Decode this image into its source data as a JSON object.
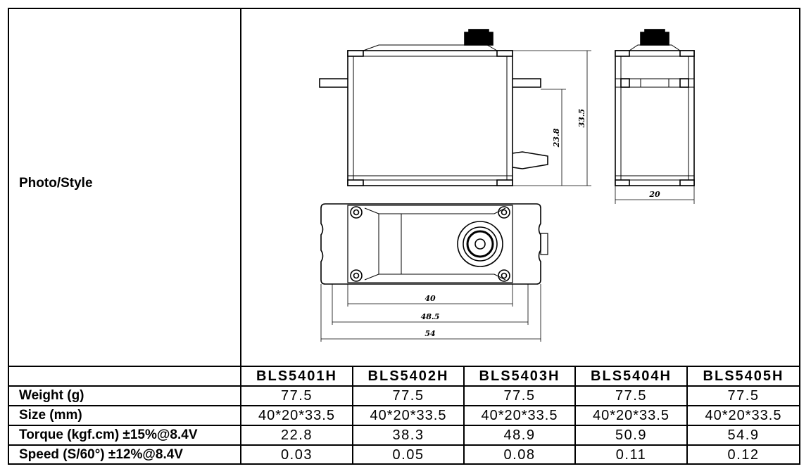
{
  "photo_label": "Photo/Style",
  "models": [
    "BLS5401H",
    "BLS5402H",
    "BLS5403H",
    "BLS5404H",
    "BLS5405H"
  ],
  "rows": [
    {
      "label": "Weight (g)",
      "values": [
        "77.5",
        "77.5",
        "77.5",
        "77.5",
        "77.5"
      ]
    },
    {
      "label": "Size (mm)",
      "values": [
        "40*20*33.5",
        "40*20*33.5",
        "40*20*33.5",
        "40*20*33.5",
        "40*20*33.5"
      ]
    },
    {
      "label": "Torque (kgf.cm) ±15%@8.4V",
      "values": [
        "22.8",
        "38.3",
        "48.9",
        "50.9",
        "54.9"
      ]
    },
    {
      "label": "Speed (S/60°) ±12%@8.4V",
      "values": [
        "0.03",
        "0.05",
        "0.08",
        "0.11",
        "0.12"
      ]
    }
  ],
  "dimensions": {
    "height_total": "33.5",
    "height_body": "23.8",
    "width": "20",
    "spline_spacing": "40",
    "mount_spacing": "48.5",
    "length": "54"
  }
}
